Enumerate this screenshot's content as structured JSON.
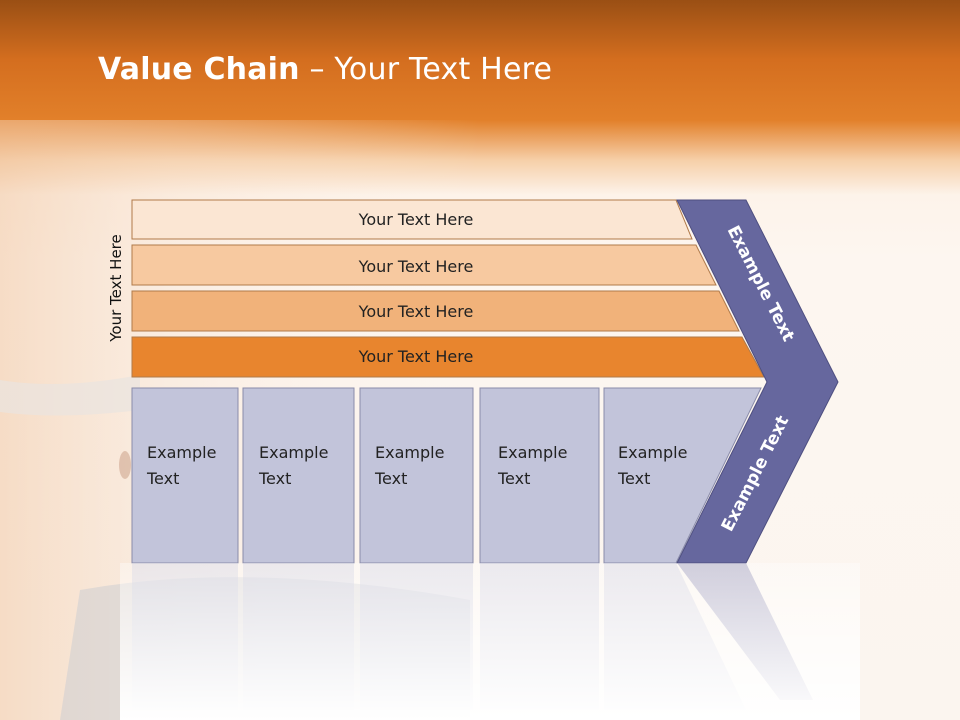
{
  "slide": {
    "title_bold": "Value Chain",
    "title_rest": " – Your Text Here",
    "side_label": "Your Text Here"
  },
  "bars": [
    {
      "label": "Your Text Here",
      "color": "#fbe6d3"
    },
    {
      "label": "Your Text Here",
      "color": "#f7c9a0"
    },
    {
      "label": "Your Text Here",
      "color": "#f1b27a"
    },
    {
      "label": "Your Text Here",
      "color": "#e8852e"
    }
  ],
  "boxes": [
    {
      "line1": "Example",
      "line2": "Text"
    },
    {
      "line1": "Example",
      "line2": "Text"
    },
    {
      "line1": "Example",
      "line2": "Text"
    },
    {
      "line1": "Example",
      "line2": "Text"
    },
    {
      "line1": "Example",
      "line2": "Text"
    }
  ],
  "chevron": {
    "upper_label": "Example Text",
    "lower_label": "Example Text",
    "color": "#66679e"
  },
  "colors": {
    "box_fill": "#c2c4da",
    "bar_stroke": "#b07a4a"
  }
}
